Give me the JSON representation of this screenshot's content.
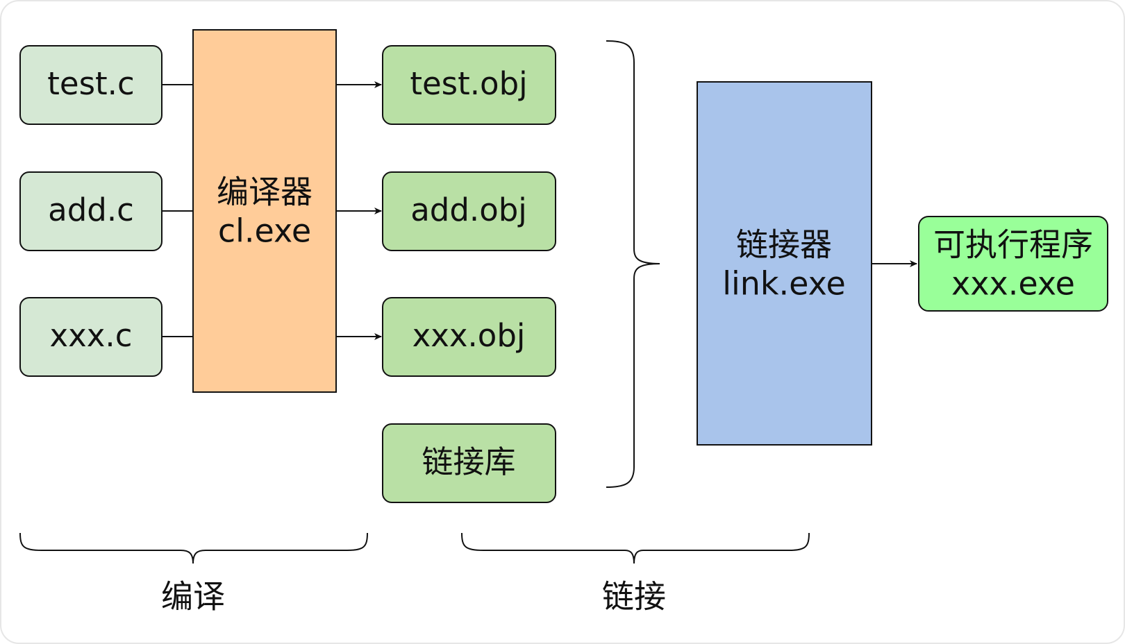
{
  "sources": [
    {
      "label": "test.c"
    },
    {
      "label": "add.c"
    },
    {
      "label": "xxx.c"
    }
  ],
  "compiler": {
    "name": "编译器",
    "exe": "cl.exe"
  },
  "objects": [
    {
      "label": "test.obj"
    },
    {
      "label": "add.obj"
    },
    {
      "label": "xxx.obj"
    },
    {
      "label": "链接库"
    }
  ],
  "linker": {
    "name": "链接器",
    "exe": "link.exe"
  },
  "output": {
    "name": "可执行程序",
    "exe": "xxx.exe"
  },
  "phases": {
    "compile": "编译",
    "link": "链接"
  },
  "colors": {
    "source_fill": "#d5e8d4",
    "compiler_fill": "#ffcc99",
    "object_fill": "#b9e0a5",
    "linker_fill": "#a9c4eb",
    "output_fill": "#99ff99",
    "stroke": "#111111"
  }
}
